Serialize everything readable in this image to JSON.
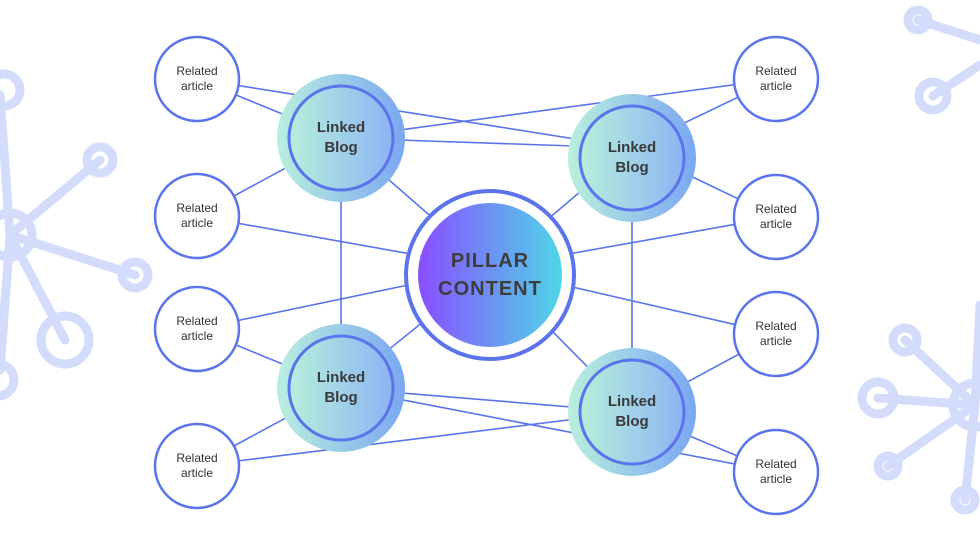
{
  "pillar": {
    "label": "PILLAR\nCONTENT"
  },
  "blogs": [
    {
      "id": "tl",
      "label": "Linked\nBlog"
    },
    {
      "id": "tr",
      "label": "Linked\nBlog"
    },
    {
      "id": "bl",
      "label": "Linked\nBlog"
    },
    {
      "id": "br",
      "label": "Linked\nBlog"
    }
  ],
  "articles": [
    {
      "id": "a1",
      "label": "Related\narticle"
    },
    {
      "id": "a2",
      "label": "Related\narticle"
    },
    {
      "id": "a3",
      "label": "Related\narticle"
    },
    {
      "id": "a4",
      "label": "Related\narticle"
    },
    {
      "id": "a5",
      "label": "Related\narticle"
    },
    {
      "id": "a6",
      "label": "Related\narticle"
    },
    {
      "id": "a7",
      "label": "Related\narticle"
    },
    {
      "id": "a8",
      "label": "Related\narticle"
    }
  ],
  "colors": {
    "line": "#5b74ec",
    "blog_halo_start": "#b9f0de",
    "blog_halo_end": "#7aa7f2",
    "pillar_start": "#8a4dff",
    "pillar_end": "#4fd6e8",
    "deco": "#d3dcfb"
  },
  "icons": [
    "network-node-icon"
  ]
}
